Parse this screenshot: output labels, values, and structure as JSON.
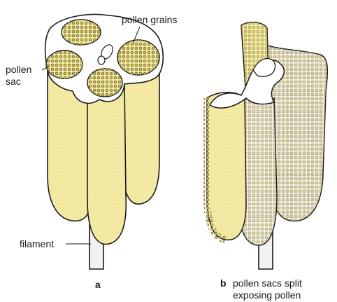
{
  "labels": {
    "pollen_grains": "pollen grains",
    "pollen_sac_line1": "pollen",
    "pollen_sac_line2": "sac",
    "filament": "filament"
  },
  "panels": {
    "a": {
      "letter": "a"
    },
    "b": {
      "letter": "b",
      "caption_line1": "pollen sacs split",
      "caption_line2": "exposing pollen"
    }
  },
  "colors": {
    "sac_fill": "#f4eaa4",
    "sac_shade": "#ddd08a",
    "pollen": "#c9b441",
    "outline": "#1a1a1a",
    "filament_fill": "#f2f2f2"
  }
}
